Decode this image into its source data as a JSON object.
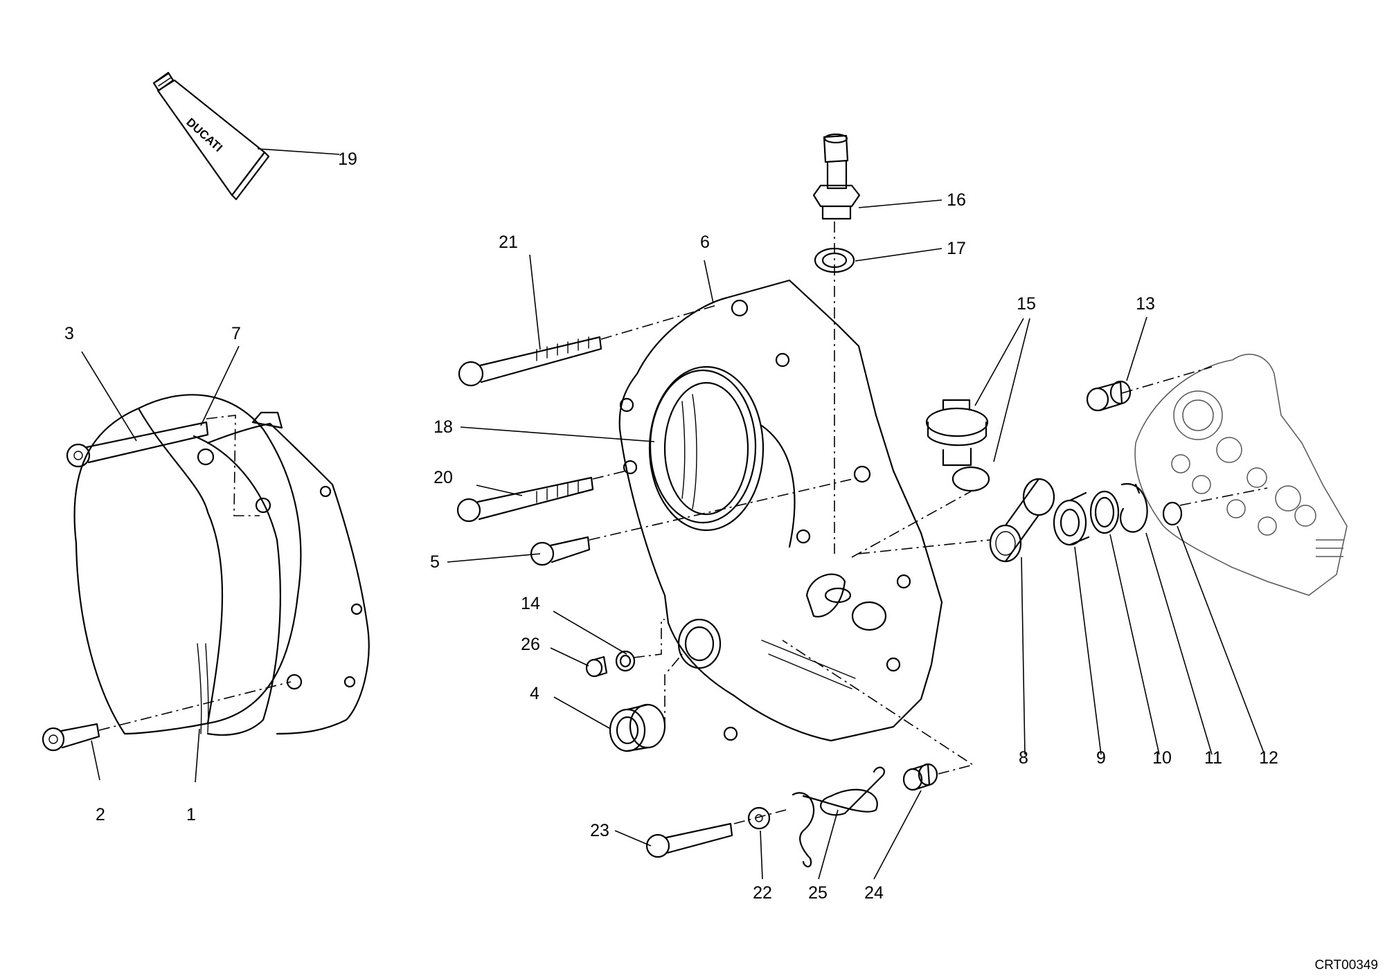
{
  "diagram": {
    "reference_code": "CRT00349",
    "brand_on_tube": "DUCATI",
    "callouts": [
      "1",
      "2",
      "3",
      "4",
      "5",
      "6",
      "7",
      "8",
      "9",
      "10",
      "11",
      "12",
      "13",
      "14",
      "15",
      "16",
      "17",
      "18",
      "19",
      "20",
      "21",
      "22",
      "23",
      "24",
      "25",
      "26"
    ]
  }
}
